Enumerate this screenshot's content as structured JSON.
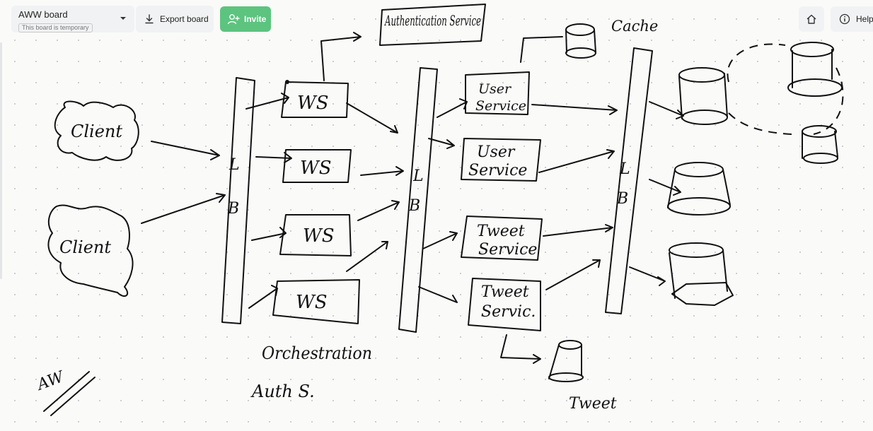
{
  "toolbar": {
    "board_title": "AWW board",
    "board_badge": "This board is temporary",
    "export_label": "Export board",
    "invite_label": "Invite",
    "help_label": "Help",
    "accent_color": "#5cc47f"
  },
  "icons": [
    "chevron-down-icon",
    "download-icon",
    "add-user-icon",
    "home-icon",
    "info-icon"
  ],
  "sketch": {
    "auth_service": "Authentication Service",
    "cache": "Cache",
    "client_1": "Client",
    "client_2": "Client",
    "lb_1_top": "L",
    "lb_1_bottom": "B",
    "lb_2_top": "L",
    "lb_2_bottom": "B",
    "lb_3_top": "L",
    "lb_3_bottom": "B",
    "ws_1": "WS",
    "ws_2": "WS",
    "ws_3": "WS",
    "ws_4": "WS",
    "user_service_1_line1": "User",
    "user_service_1_line2": "Service",
    "user_service_2_line1": "User",
    "user_service_2_line2": "Service",
    "tweet_service_1_line1": "Tweet",
    "tweet_service_1_line2": "Service",
    "tweet_service_2_line1": "Tweet",
    "tweet_service_2_line2": "Servic.",
    "orchestration": "Orchestration",
    "auth_note": "Auth S.",
    "tweet_db": "Tweet",
    "signature": "AW"
  }
}
